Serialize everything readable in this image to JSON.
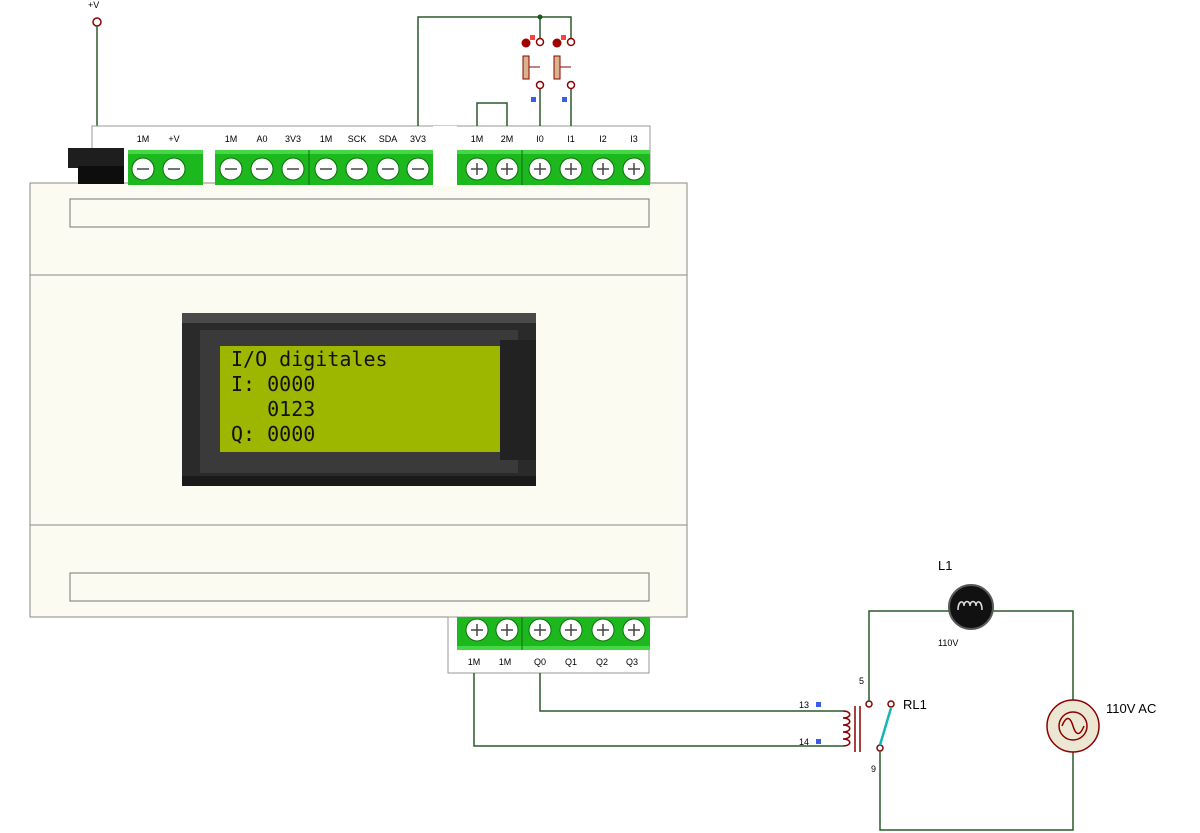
{
  "supply": {
    "label": "+V"
  },
  "plc": {
    "top_terminals_left": [
      "1M",
      "+V"
    ],
    "top_terminals_mid": [
      "1M",
      "A0",
      "3V3",
      "1M",
      "SCK",
      "SDA",
      "3V3"
    ],
    "top_terminals_right": [
      "1M",
      "2M",
      "I0",
      "I1",
      "I2",
      "I3"
    ],
    "bottom_terminals": [
      "1M",
      "1M",
      "Q0",
      "Q1",
      "Q2",
      "Q3"
    ]
  },
  "lcd": {
    "lines": [
      "I/O digitales",
      "I: 0000",
      "   0123",
      "Q: 0000"
    ],
    "background": "#9db600"
  },
  "relay": {
    "name": "RL1",
    "coil_pin_a": "13",
    "coil_pin_b": "14",
    "contact_no": "5",
    "contact_com": "9"
  },
  "lamp": {
    "name": "L1",
    "rating": "110V"
  },
  "source": {
    "label": "110V AC"
  },
  "colors": {
    "terminal_green": "#1db81d",
    "wire": "#1a5c1a",
    "relay_red": "#8b0000",
    "switch_cyan": "#14b5b5",
    "pin_blue": "#3a5ce6"
  }
}
